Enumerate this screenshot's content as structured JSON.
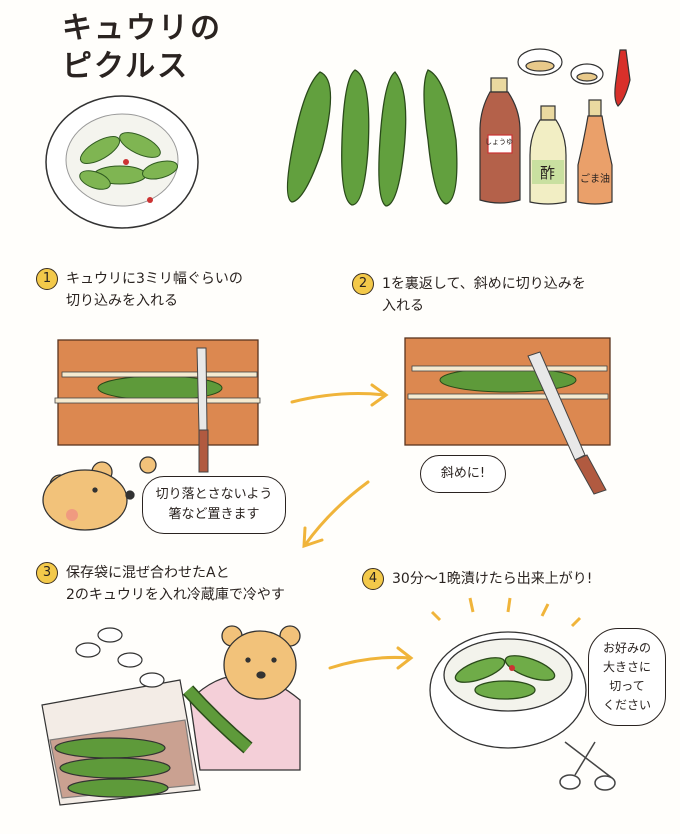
{
  "title": {
    "line1": "キュウリの",
    "line2": "ピクルス"
  },
  "ingredients": {
    "soy_sauce_label": "しょうゆ",
    "vinegar_label": "酢",
    "sesame_oil_label": "ごま油"
  },
  "steps": [
    {
      "number": "1",
      "line1": "キュウリに3ミリ幅ぐらいの",
      "line2": "切り込みを入れる"
    },
    {
      "number": "2",
      "line1": "1を裏返して、斜めに切り込みを",
      "line2": "入れる"
    },
    {
      "number": "3",
      "line1": "保存袋に混ぜ合わせたAと",
      "line2": "2のキュウリを入れ冷蔵庫で冷やす"
    },
    {
      "number": "4",
      "line1": "30分～1晩漬けたら出来上がり!"
    }
  ],
  "bubbles": {
    "bear_tip": {
      "line1": "切り落とさないよう",
      "line2": "箸など置きます"
    },
    "diagonal": "斜めに!",
    "final_tip": {
      "line1": "お好みの",
      "line2": "大きさに",
      "line3": "切って",
      "line4": "ください"
    }
  },
  "colors": {
    "cucumber": "#5e9a3a",
    "board": "#d9834a",
    "accent": "#f3c94a",
    "arrow": "#f0b43a",
    "bear": "#f2c27a"
  }
}
